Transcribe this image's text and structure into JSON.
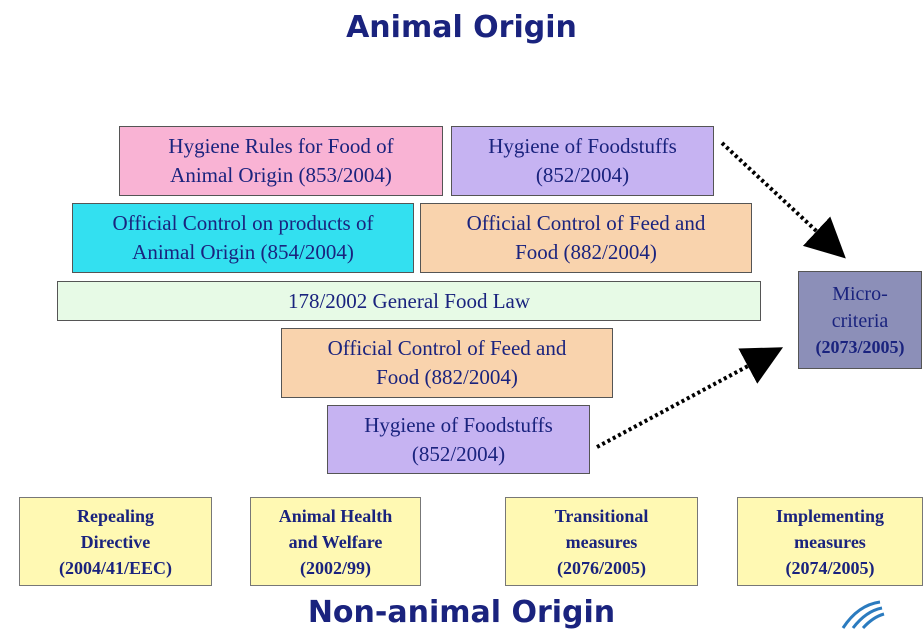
{
  "top_heading": "Animal Origin",
  "bottom_heading": "Non-animal Origin",
  "boxes": {
    "hygiene_rules_animal": "Hygiene Rules for Food of\nAnimal Origin (853/2004)",
    "hygiene_foodstuffs_top": "Hygiene of Foodstuffs\n(852/2004)",
    "official_control_animal": "Official Control on products of\nAnimal Origin (854/2004)",
    "official_control_feed_top": "Official Control of Feed and\nFood (882/2004)",
    "general_food_law": "178/2002 General Food Law",
    "official_control_feed_bottom": "Official Control of Feed and\nFood (882/2004)",
    "hygiene_foodstuffs_bottom": "Hygiene of Foodstuffs\n(852/2004)",
    "micro_criteria_name": "Micro-\ncriteria",
    "micro_criteria_code": "(2073/2005)"
  },
  "bottom_boxes": [
    "Repealing\nDirective\n(2004/41/EEC)",
    "Animal Health\nand Welfare\n(2002/99)",
    "Transitional\nmeasures\n(2076/2005)",
    "Implementing\nmeasures\n(2074/2005)"
  ],
  "colors": {
    "pink": "#f9b3d4",
    "lavender": "#c6b3f2",
    "cyan": "#33e0f0",
    "peach": "#f9d3ad",
    "light_green": "#e7fae6",
    "pale_yellow": "#fff9b3",
    "slate_blue": "#8c8fb8",
    "navy_text": "#1a237e"
  }
}
